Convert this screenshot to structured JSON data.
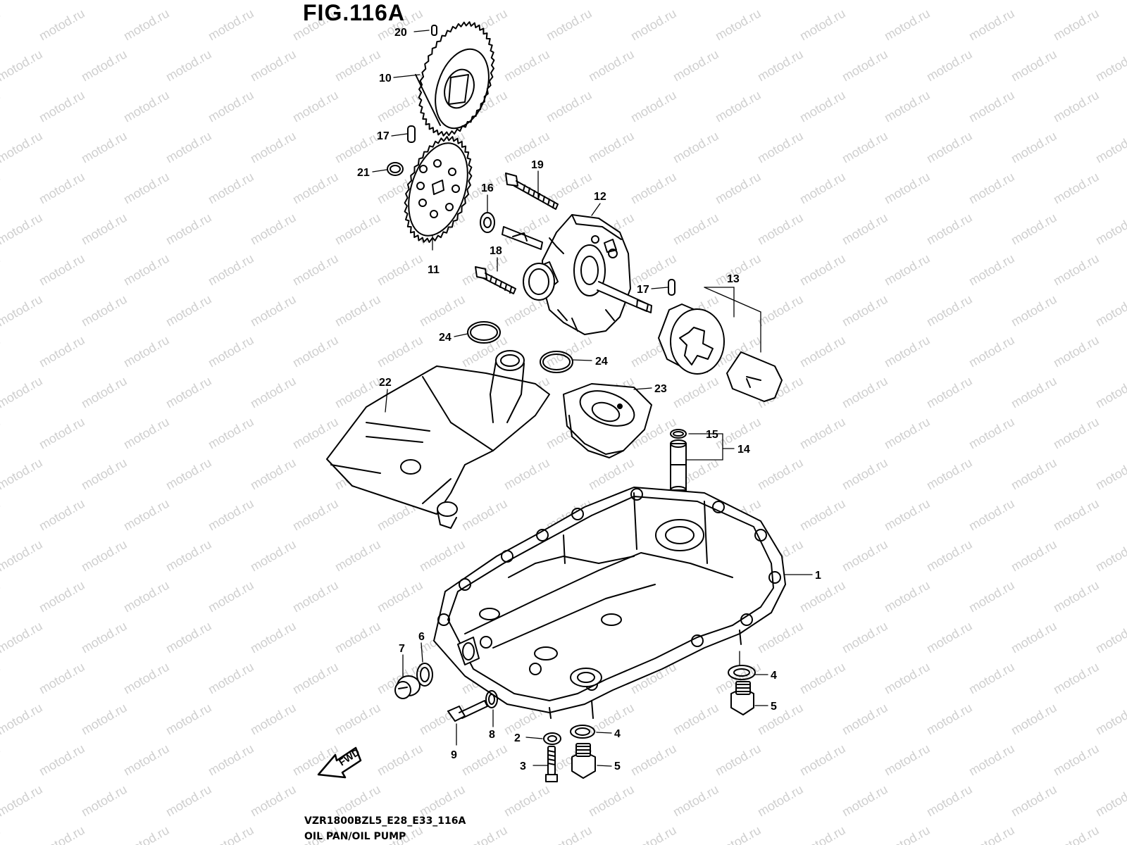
{
  "figure": {
    "title": "FIG.116A"
  },
  "footer": {
    "model_code": "VZR1800BZL5_E28_E33_116A",
    "caption": "OIL PAN/OIL PUMP"
  },
  "watermark": {
    "text": "motod.ru",
    "color": "#cfcfcf"
  },
  "fwd_label": "FWD",
  "callouts": {
    "c20": "20",
    "c10": "10",
    "c17a": "17",
    "c21": "21",
    "c19": "19",
    "c16": "16",
    "c12": "12",
    "c18": "18",
    "c11": "11",
    "c17b": "17",
    "c13": "13",
    "c24a": "24",
    "c24b": "24",
    "c22": "22",
    "c23": "23",
    "c15": "15",
    "c14": "14",
    "c1": "1",
    "c6": "6",
    "c7": "7",
    "c4a": "4",
    "c5a": "5",
    "c2": "2",
    "c4b": "4",
    "c3": "3",
    "c5b": "5",
    "c8": "8",
    "c9": "9"
  }
}
